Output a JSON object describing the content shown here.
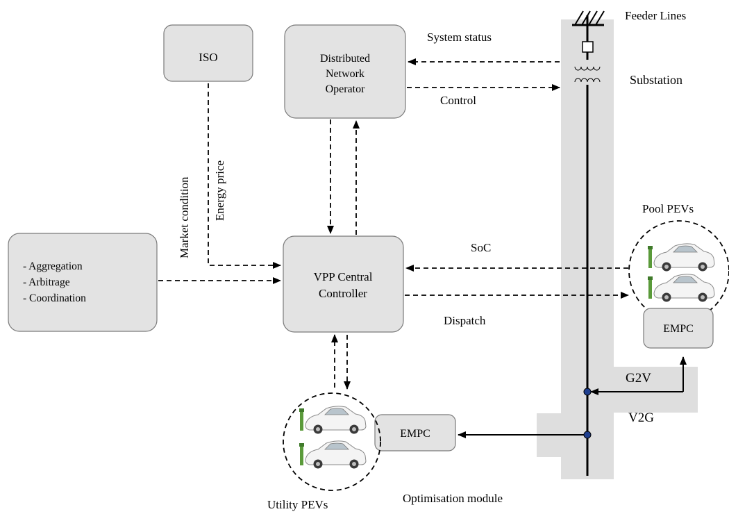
{
  "feeder": {
    "feeder_lines": "Feeder Lines",
    "substation": "Substation"
  },
  "iso": {
    "label": "ISO"
  },
  "dno": {
    "line1": "Distributed",
    "line2": "Network",
    "line3": "Operator"
  },
  "vpp": {
    "line1": "VPP Central",
    "line2": "Controller"
  },
  "services": {
    "item1": "- Aggregation",
    "item2": "- Arbitrage",
    "item3": "- Coordination"
  },
  "signals": {
    "system_status": "System status",
    "control": "Control",
    "market_condition": "Market condition",
    "energy_price": "Energy price",
    "soc": "SoC",
    "dispatch": "Dispatch",
    "g2v": "G2V",
    "v2g": "V2G"
  },
  "pool_pevs": {
    "label": "Pool PEVs",
    "empc": "EMPC"
  },
  "utility_pevs": {
    "label": "Utility PEVs",
    "empc": "EMPC"
  },
  "optimisation_module": "Optimisation module"
}
